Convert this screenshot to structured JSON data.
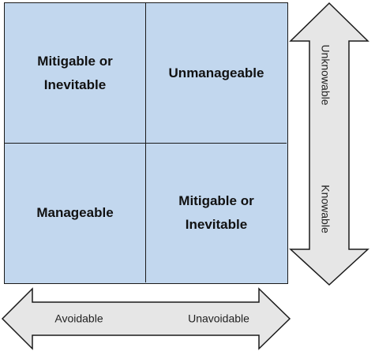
{
  "matrix": {
    "top_left": "Mitigable or\nInevitable",
    "top_right": "Unmanageable",
    "bottom_left": "Manageable",
    "bottom_right": "Mitigable or\nInevitable"
  },
  "vertical_arrow": {
    "top_label": "Unknowable",
    "bottom_label": "Knowable"
  },
  "horizontal_arrow": {
    "left_label": "Avoidable",
    "right_label": "Unavoidable"
  },
  "colors": {
    "cell_fill": "#c2d7ee",
    "arrow_fill": "#e6e6e6",
    "outline": "#1a1a1a"
  }
}
